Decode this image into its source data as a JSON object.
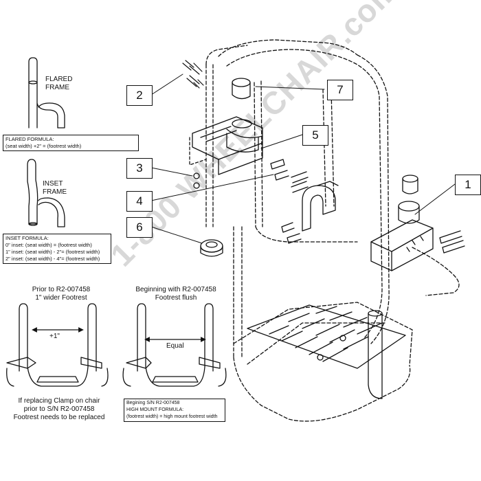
{
  "watermark": "1-800 WHEELCHAIR.com",
  "frames": {
    "flared": {
      "label_line1": "FLARED",
      "label_line2": "FRAME",
      "formula_title": "FLARED FORMULA:",
      "formula_line": "(seat width) +2\"  = (footrest width)"
    },
    "inset": {
      "label_line1": "INSET",
      "label_line2": "FRAME",
      "formula_title": "INSET FORMULA:",
      "formula_lines": [
        "0\" inset: (seat width)         = (footrest width)",
        "1\" inset: (seat width) - 2\"= (footrest width)",
        "2\" inset: (seat width) - 4\"= (footrest width)"
      ]
    }
  },
  "callouts": [
    "1",
    "2",
    "3",
    "4",
    "5",
    "6",
    "7"
  ],
  "prior": {
    "title_line1": "Prior to R2-007458",
    "title_line2": "1\" wider Footrest",
    "dimension": "+1\"",
    "note_line1": "If replacing Clamp on chair",
    "note_line2": "prior to S/N R2-007458",
    "note_line3": "Footrest needs to be replaced"
  },
  "beginning": {
    "title_line1": "Beginning with R2-007458",
    "title_line2": "Footrest flush",
    "dimension": "Equal",
    "box_line1": "Begining S/N R2-007458",
    "box_line2": "HIGH MOUNT FORMULA:",
    "box_line3": "(footrest width)  = high mount footrest width"
  }
}
